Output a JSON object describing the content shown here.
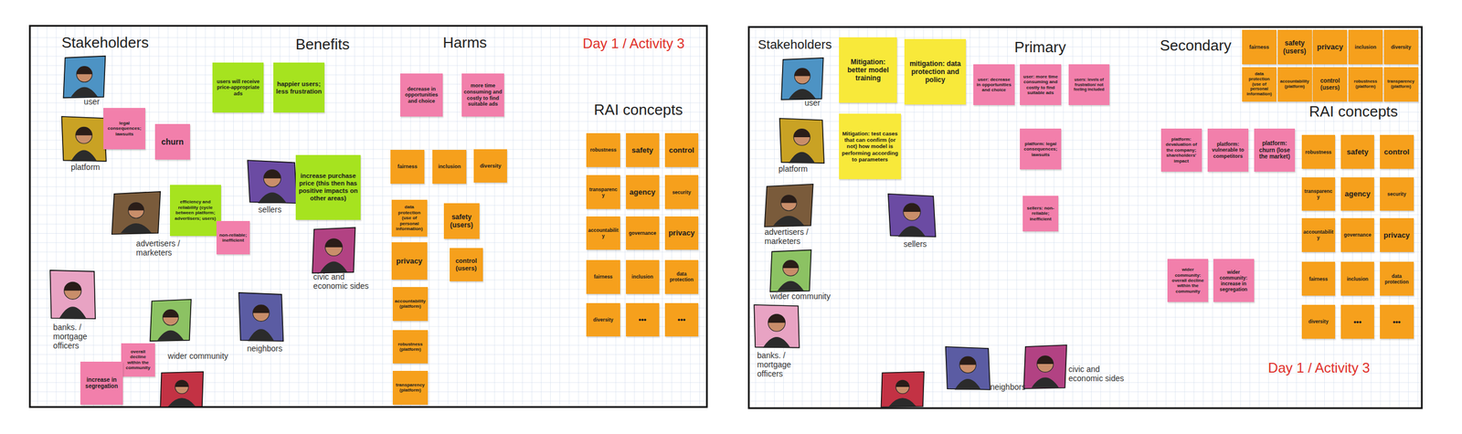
{
  "diagram": {
    "nodes": [
      {
        "text": [
          "users will receive price-appropriate ads"
        ]
      },
      {
        "text": [
          "happier users; less frustration"
        ]
      },
      {
        "text": [
          "legal consequences; lawsuits"
        ]
      },
      {
        "text": [
          "churn"
        ]
      },
      {
        "text": [
          "efficiency and reliability (cycle between platform; advertisers; users)"
        ]
      },
      {
        "text": [
          "non-reliable; inefficient"
        ]
      },
      {
        "text": [
          "increase purchase price (this then has positive impacts on other areas)"
        ]
      },
      {
        "text": [
          "overall decline within the community"
        ]
      },
      {
        "text": [
          "increase in segregation"
        ]
      },
      {
        "text": [
          "decrease in opportunities and choice"
        ]
      },
      {
        "text": [
          "more time consuming and costly to find suitable ads"
        ]
      },
      {
        "text": [
          "fairness"
        ]
      },
      {
        "text": [
          "inclusion"
        ]
      },
      {
        "text": [
          "diversity"
        ]
      },
      {
        "text": [
          "data protection (use of personal information)"
        ]
      },
      {
        "text": [
          "safety (users)"
        ]
      },
      {
        "text": [
          "privacy"
        ]
      },
      {
        "text": [
          "control (users)"
        ]
      },
      {
        "text": [
          "accountability (platform)"
        ]
      },
      {
        "text": [
          "robustness (platform)"
        ]
      },
      {
        "text": [
          "transparency (platform)"
        ]
      },
      {
        "text": [
          "robustness"
        ]
      },
      {
        "text": [
          "safety"
        ]
      },
      {
        "text": [
          "control"
        ]
      },
      {
        "text": [
          "transparency"
        ]
      },
      {
        "text": [
          "agency"
        ]
      },
      {
        "text": [
          "security"
        ]
      },
      {
        "text": [
          "accountability"
        ]
      },
      {
        "text": [
          "governance"
        ]
      },
      {
        "text": [
          "privacy"
        ]
      },
      {
        "text": [
          "fairness"
        ]
      },
      {
        "text": [
          "inclusion"
        ]
      },
      {
        "text": [
          "data protection"
        ]
      },
      {
        "text": [
          "diversity"
        ]
      },
      {
        "text": [
          "•••"
        ]
      },
      {
        "text": [
          "•••"
        ]
      },
      {
        "text": [
          "Mitigation: better model training"
        ]
      },
      {
        "text": [
          "mitigation: data protection and policy"
        ]
      },
      {
        "text": [
          "Mitigation: test cases that can confirm (or not) how model is performing according to parameters"
        ]
      },
      {
        "text": [
          "user: decrease in opportunities and choice"
        ]
      },
      {
        "text": [
          "user: more time consuming and costly to find suitable ads"
        ]
      },
      {
        "text": [
          "users: levels of frustration/ not feeling included"
        ]
      },
      {
        "text": [
          "platform: legal consequences; lawsuits"
        ]
      },
      {
        "text": [
          "sellers: non-reliable; inefficient"
        ]
      },
      {
        "text": [
          "platform: devaluation of the company; shareholders' impact"
        ]
      },
      {
        "text": [
          "platform: vulnerable to competitors"
        ]
      },
      {
        "text": [
          "platform: churn (lose the market)"
        ]
      },
      {
        "text": [
          "wider community: overall decline within the community"
        ]
      },
      {
        "text": [
          "wider community: increase in segregation"
        ]
      },
      {
        "text": [
          "fairness"
        ]
      },
      {
        "text": [
          "safety (users)"
        ]
      },
      {
        "text": [
          "privacy"
        ]
      },
      {
        "text": [
          "inclusion"
        ]
      },
      {
        "text": [
          "diversity"
        ]
      },
      {
        "text": [
          "data protection (use of personal information)"
        ]
      },
      {
        "text": [
          "accountability (platform)"
        ]
      },
      {
        "text": [
          "control (users)"
        ]
      },
      {
        "text": [
          "robustness (platform)"
        ]
      },
      {
        "text": [
          "transparency (platform)"
        ]
      },
      {
        "text": [
          "robustness"
        ]
      },
      {
        "text": [
          "safety"
        ]
      },
      {
        "text": [
          "control"
        ]
      },
      {
        "text": [
          "transparency"
        ]
      },
      {
        "text": [
          "agency"
        ]
      },
      {
        "text": [
          "security"
        ]
      },
      {
        "text": [
          "accountability"
        ]
      },
      {
        "text": [
          "governance"
        ]
      },
      {
        "text": [
          "privacy"
        ]
      },
      {
        "text": [
          "fairness"
        ]
      },
      {
        "text": [
          "inclusion"
        ]
      },
      {
        "text": [
          "data protection"
        ]
      },
      {
        "text": [
          "diversity"
        ]
      },
      {
        "text": [
          "•••"
        ]
      },
      {
        "text": [
          "•••"
        ]
      }
    ],
    "labels": [
      "Stakeholders",
      "Benefits",
      "Harms",
      "Day 1 / Activity 3",
      "RAI concepts",
      "user",
      "platform",
      "sellers",
      "advertisers / marketers",
      "civic and economic sides",
      "banks. / mortgage officers",
      "wider community",
      "neighbors",
      "Stakeholders",
      "Primary",
      "Secondary",
      "RAI concepts",
      "Day 1 / Activity 3",
      "user",
      "platform",
      "advertisers / marketers",
      "sellers",
      "wider community",
      "banks. / mortgage officers",
      "neighbors",
      "civic and economic sides"
    ]
  }
}
